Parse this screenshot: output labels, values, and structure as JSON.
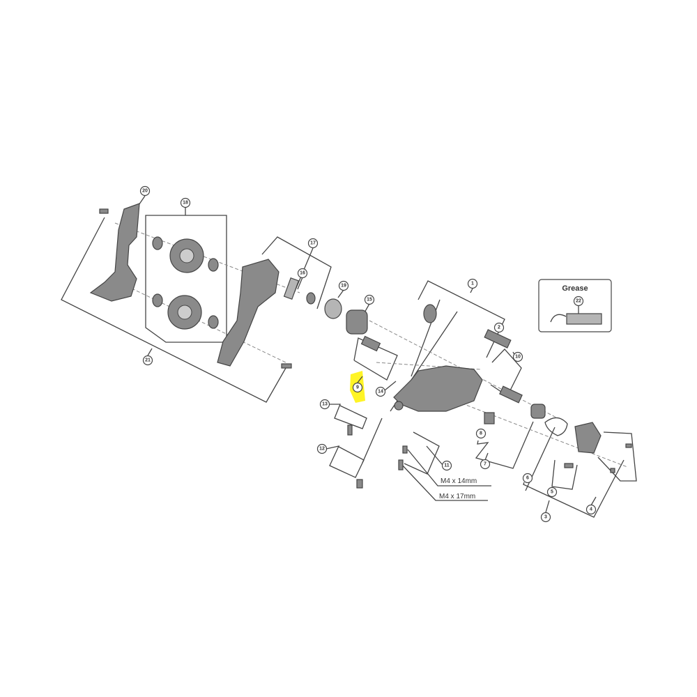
{
  "diagram": {
    "callouts": [
      "20",
      "18",
      "17",
      "16",
      "19",
      "15",
      "1",
      "2",
      "10",
      "9",
      "14",
      "13",
      "12",
      "11",
      "8",
      "7",
      "6",
      "5",
      "3",
      "4",
      "21",
      "22"
    ],
    "highlighted_callout": "9",
    "highlight_color": "#fff200",
    "grease_box": {
      "title": "Grease",
      "callout": "22"
    },
    "bolt_specs": [
      "M4 x 14mm",
      "M4 x 17mm"
    ]
  }
}
